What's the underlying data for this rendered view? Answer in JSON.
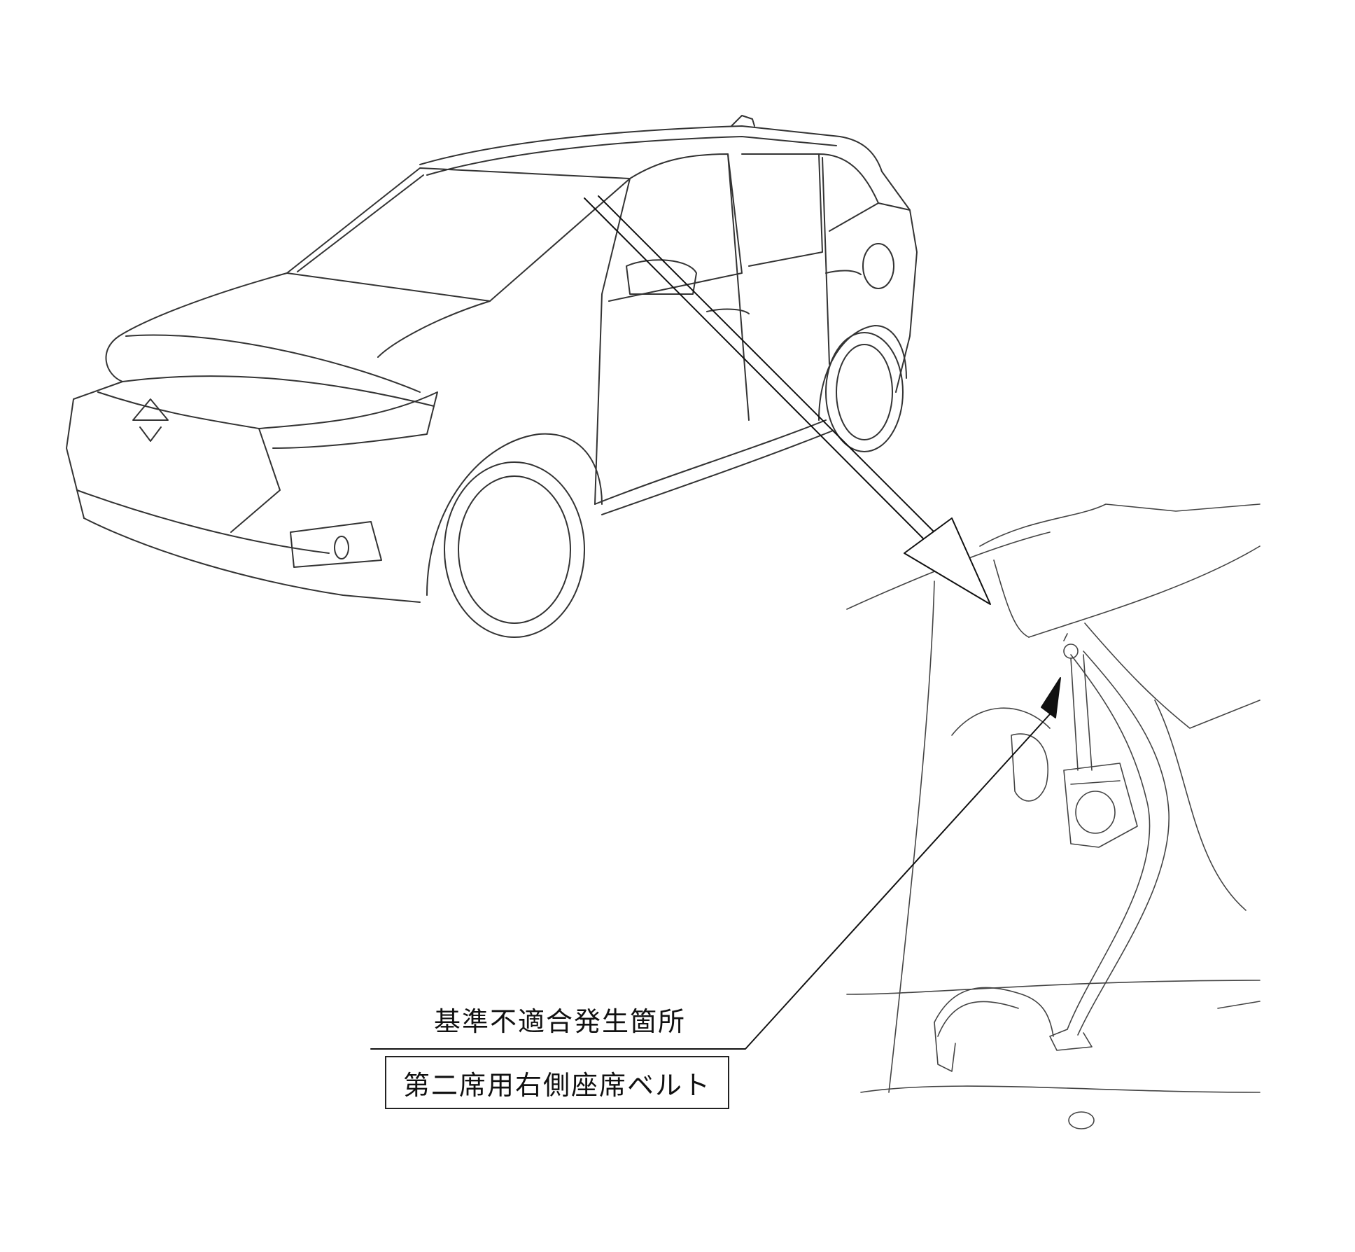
{
  "callout": {
    "heading": "基準不適合発生箇所",
    "component": "第二席用右側座席ベルト"
  },
  "colors": {
    "line": "#222222",
    "sketch": "#333333",
    "background": "#ffffff"
  },
  "icons": {
    "car": "suv-line-drawing",
    "seatbelt": "seatbelt-assembly-drawing"
  }
}
